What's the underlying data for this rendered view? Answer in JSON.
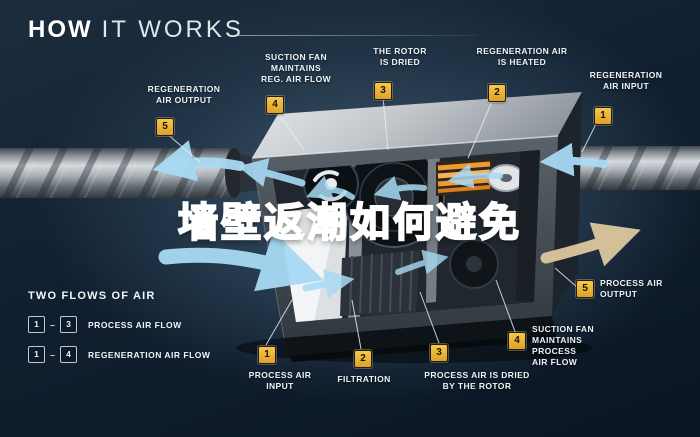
{
  "title": {
    "bold": "HOW",
    "light": "IT WORKS"
  },
  "overlay_text": "墙壁返潮如何避免",
  "callouts": {
    "reg_air_output": {
      "num": "5",
      "label": "REGENERATION\nAIR OUTPUT"
    },
    "suction_fan_reg": {
      "num": "4",
      "label": "SUCTION FAN\nMAINTAINS\nREG. AIR FLOW"
    },
    "rotor_dried": {
      "num": "3",
      "label": "THE ROTOR\nIS DRIED"
    },
    "reg_air_heated": {
      "num": "2",
      "label": "REGENERATION AIR\nIS HEATED"
    },
    "reg_air_input": {
      "num": "1",
      "label": "REGENERATION\nAIR INPUT"
    },
    "process_air_output": {
      "num": "5",
      "label": "PROCESS AIR\nOUTPUT"
    },
    "process_air_input": {
      "num": "1",
      "label": "PROCESS AIR\nINPUT"
    },
    "filtration": {
      "num": "2",
      "label": "FILTRATION"
    },
    "process_air_dried": {
      "num": "3",
      "label": "PROCESS AIR IS DRIED\nBY THE ROTOR"
    },
    "suction_fan_process": {
      "num": "4",
      "label": "SUCTION FAN\nMAINTAINS PROCESS\nAIR FLOW"
    }
  },
  "legend": {
    "heading": "TWO FLOWS OF AIR",
    "rows": [
      {
        "from": "1",
        "dash": "–",
        "to": "3",
        "label": "PROCESS AIR FLOW"
      },
      {
        "from": "1",
        "dash": "–",
        "to": "4",
        "label": "REGENERATION AIR FLOW"
      }
    ]
  },
  "colors": {
    "badge_yellow": "#e9b435",
    "flow_blue": "#a8daf4",
    "flow_tan": "#dcc89e",
    "headline_blue": "#2a69d5",
    "background": "#14283a"
  }
}
